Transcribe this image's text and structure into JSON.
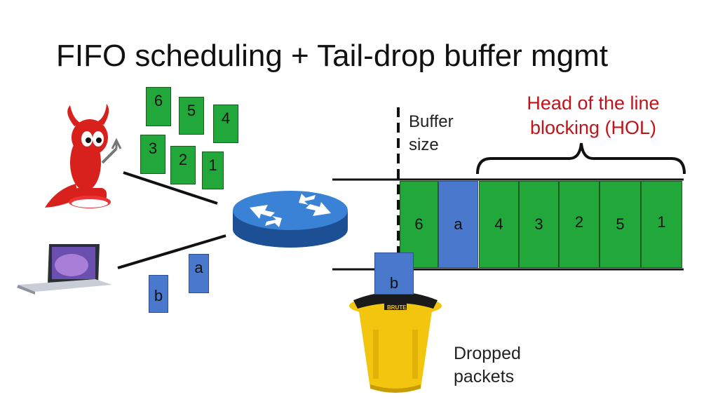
{
  "title": "FIFO scheduling + Tail-drop buffer mgmt",
  "labels": {
    "buffer": [
      "Buffer",
      "size"
    ],
    "hol": [
      "Head of the line",
      "blocking (HOL)"
    ],
    "dropped": [
      "Dropped",
      "packets"
    ],
    "bin_brand": "BRUTE"
  },
  "incoming_packets": [
    "6",
    "5",
    "4",
    "3",
    "2",
    "1",
    "a",
    "b"
  ],
  "queue": [
    "6",
    "a",
    "4",
    "3",
    "2",
    "5",
    "1"
  ],
  "dropped_packet": "b",
  "colors": {
    "packet_green": "#22a83a",
    "packet_blue": "#4a78cc",
    "hol_text": "#c0141b",
    "router": "#2a6fc4",
    "bin": "#f2c60e"
  },
  "icons": [
    "daemon-mascot-icon",
    "laptop-icon",
    "router-icon",
    "trash-bin-icon"
  ]
}
